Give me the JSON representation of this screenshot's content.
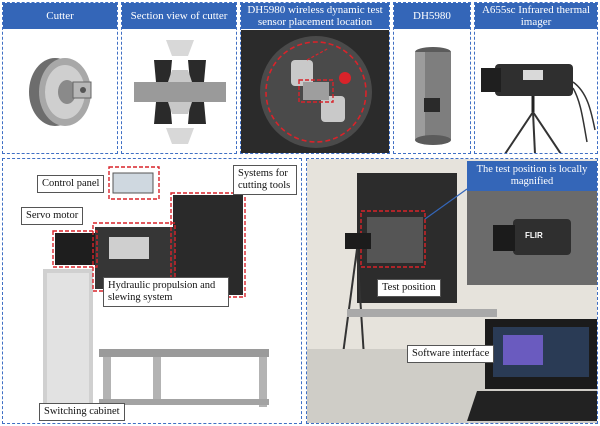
{
  "top_row": [
    {
      "id": "cutter",
      "caption": "Cutter"
    },
    {
      "id": "section",
      "caption": "Section view of cutter"
    },
    {
      "id": "placement",
      "caption": "DH5980 wireless dynamic test sensor placement location"
    },
    {
      "id": "dh5980",
      "caption": "DH5980"
    },
    {
      "id": "imager",
      "caption": "A655sc Infrared thermal imager"
    }
  ],
  "bottom_left": {
    "labels": {
      "control_panel": "Control panel",
      "systems": "Systems for cutting tools",
      "servo": "Servo motor",
      "hydraulic": "Hydraulic propulsion and slewing system",
      "cabinet": "Switching cabinet"
    }
  },
  "bottom_right": {
    "labels": {
      "magnified": "The test position is locally magnified",
      "test_position": "Test position",
      "software": "Software interface"
    },
    "brand": "FLIR"
  },
  "colors": {
    "accent_blue": "#3466b8",
    "highlight_red": "#d9232a"
  }
}
